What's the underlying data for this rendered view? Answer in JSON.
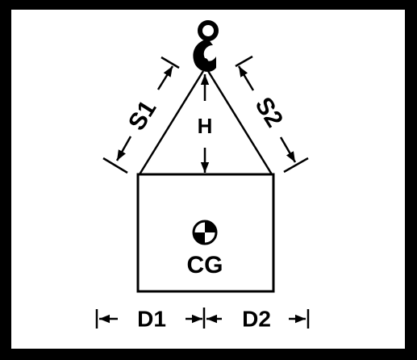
{
  "colors": {
    "background": "#ffffff",
    "frame": "#000000",
    "ink": "#000000"
  },
  "diagram": {
    "labels": {
      "sling_left": "S1",
      "sling_right": "S2",
      "height": "H",
      "center_of_gravity": "CG",
      "distance_left": "D1",
      "distance_right": "D2"
    },
    "icons": {
      "hook": "lifting-hook-icon",
      "cg_marker": "center-of-gravity-icon"
    }
  }
}
